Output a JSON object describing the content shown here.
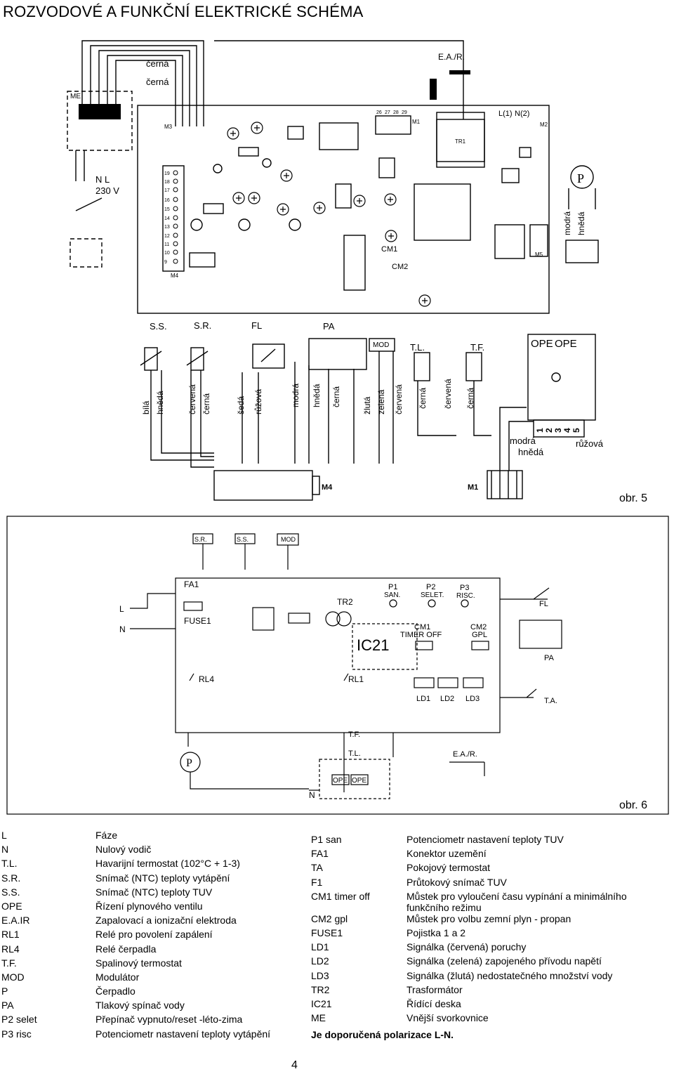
{
  "title": "ROZVODOVÉ A FUNKČNÍ ELEKTRICKÉ SCHÉMA",
  "figure1": {
    "caption": "obr. 5",
    "wire_colors_top": [
      "černá",
      "černá"
    ],
    "supply": [
      "ME",
      "N L",
      "230 V"
    ],
    "top_labels": [
      "E.A./R.",
      "L(1)",
      "N(2)",
      "TR1",
      "M2",
      "M3",
      "M4",
      "M1",
      "M5",
      "P"
    ],
    "relay_labels": [
      "CM1",
      "CM2"
    ],
    "terminal_numbers": [
      "26",
      "27",
      "28",
      "29"
    ],
    "strip_numbers": [
      "19",
      "18",
      "17",
      "16",
      "15",
      "14",
      "13",
      "12",
      "11",
      "10",
      "9"
    ],
    "m5_colors": [
      "modrá",
      "hnědá"
    ],
    "components": [
      "S.S.",
      "S.R.",
      "FL",
      "PA",
      "MOD",
      "T.L.",
      "T.F.",
      "OPE",
      "OPE"
    ],
    "wire_colors_bottom": [
      "bílá",
      "hnědá",
      "červená",
      "černá",
      "šedá",
      "růžová",
      "modrá",
      "hnědá",
      "černá",
      "žlutá",
      "zelená",
      "červená",
      "černá",
      "červená",
      "černá"
    ],
    "ope_wire_colors": [
      "modrá",
      "hnědá",
      "růžová"
    ],
    "ope_pins": [
      "1",
      "2",
      "3",
      "4",
      "5"
    ],
    "connectors": [
      "M4",
      "M1"
    ]
  },
  "figure2": {
    "caption": "obr. 6",
    "labels": [
      "S.R.",
      "S.S.",
      "MOD",
      "FA1",
      "L",
      "N",
      "FUSE1",
      "TR2",
      "IC21",
      "P1",
      "SAN.",
      "P2",
      "SELET.",
      "P3",
      "RISC.",
      "CM1",
      "TIMER  OFF",
      "CM2",
      "GPL",
      "FL",
      "PA",
      "RL4",
      "RL1",
      "LD1",
      "LD2",
      "LD3",
      "T.A.",
      "T.F.",
      "T.L.",
      "E.A./R.",
      "N",
      "OPE",
      "OPE",
      "P"
    ]
  },
  "legend_left": [
    {
      "code": "L",
      "desc": "Fáze"
    },
    {
      "code": "N",
      "desc": "Nulový vodič"
    },
    {
      "code": "T.L.",
      "desc": "Havarijní termostat (102°C + 1-3)"
    },
    {
      "code": "S.R.",
      "desc": "Snímač (NTC) teploty vytápění"
    },
    {
      "code": "S.S.",
      "desc": "Snímač (NTC) teploty TUV"
    },
    {
      "code": "OPE",
      "desc": "Řízení plynového ventilu"
    },
    {
      "code": "E.A.IR",
      "desc": "Zapalovací a ionizační elektroda"
    },
    {
      "code": "RL1",
      "desc": "Relé pro povolení zapálení"
    },
    {
      "code": "RL4",
      "desc": "Relé čerpadla"
    },
    {
      "code": "T.F.",
      "desc": "Spalinový termostat"
    },
    {
      "code": "MOD",
      "desc": "Modulátor"
    },
    {
      "code": "P",
      "desc": "Čerpadlo"
    },
    {
      "code": "PA",
      "desc": "Tlakový spínač vody"
    },
    {
      "code": "P2 selet",
      "desc": "Přepínač vypnuto/reset -léto-zima"
    },
    {
      "code": "P3 risc",
      "desc": "Potenciometr nastavení teploty vytápění"
    }
  ],
  "legend_right": [
    {
      "code": "P1 san",
      "desc": "Potenciometr nastavení teploty TUV"
    },
    {
      "code": "FA1",
      "desc": "Konektor uzemění"
    },
    {
      "code": "TA",
      "desc": "Pokojový termostat"
    },
    {
      "code": "F1",
      "desc": "Průtokový snímač TUV"
    },
    {
      "code": "CM1 timer off",
      "desc": "Můstek pro vyloučení času vypínání a minimálního",
      "desc2": "funkčního režimu"
    },
    {
      "code": "CM2 gpl",
      "desc": "Můstek pro volbu zemní plyn - propan"
    },
    {
      "code": "FUSE1",
      "desc": "Pojistka 1 a 2"
    },
    {
      "code": "LD1",
      "desc": "Signálka (červená) poruchy"
    },
    {
      "code": "LD2",
      "desc": "Signálka (zelená) zapojeného přívodu napětí"
    },
    {
      "code": "LD3",
      "desc": "Signálka (žlutá) nedostatečného množství vody"
    },
    {
      "code": "TR2",
      "desc": "Trasformátor"
    },
    {
      "code": "IC21",
      "desc": "Řídící deska"
    },
    {
      "code": "ME",
      "desc": "Vnější svorkovnice"
    }
  ],
  "polarity_note": "Je doporučená polarizace L-N.",
  "page_number": "4"
}
